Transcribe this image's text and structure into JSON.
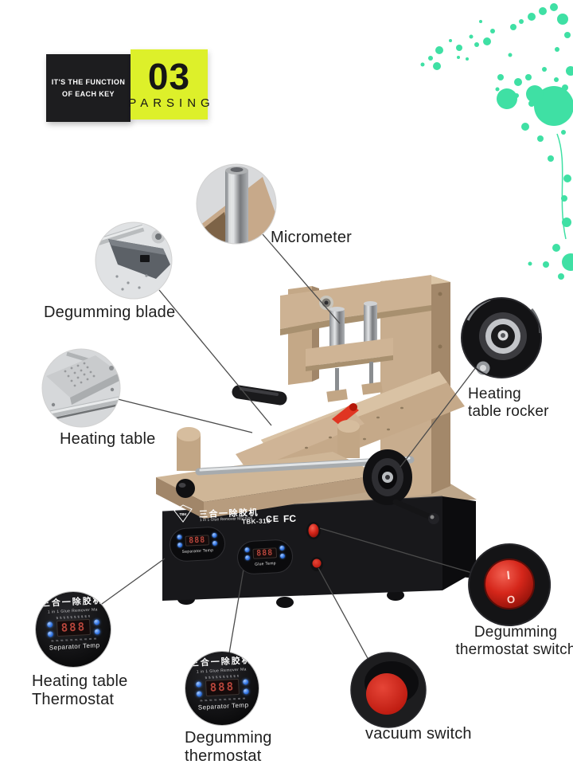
{
  "header": {
    "tagline_line1": "IT'S THE FUNCTION",
    "tagline_line2": "OF EACH KEY",
    "number": "03",
    "caption": "PARSING"
  },
  "labels": {
    "micrometer": "Micrometer",
    "degumming_blade": "Degumming blade",
    "heating_table": "Heating table",
    "rocker_line1": "Heating",
    "rocker_line2": "table rocker",
    "switch_line1": "Degumming",
    "switch_line2": "thermostat switch",
    "vacuum_switch": "vacuum switch",
    "deg_thermostat_line1": "Degumming",
    "deg_thermostat_line2": "thermostat",
    "heat_thermostat_line1": "Heating table",
    "heat_thermostat_line2": "Thermostat"
  },
  "machine_panel": {
    "brand": "TBK",
    "title_cn": "三合一除胶机",
    "subtitle": "1 in 1 Glue Remover Machine",
    "model": "TBK-318",
    "cert_ce": "CE",
    "cert_fcc": "FC",
    "left_display_label": "Separator Temp",
    "right_display_label": "Glue Temp",
    "display_value": "888"
  },
  "thermostat_detail": {
    "title_cn": "三合一除胶机",
    "subtitle": "1 in 1 Glue Remover Ma",
    "display_value": "888",
    "label": "Separator Temp"
  },
  "switch_detail": {
    "on_symbol": "I",
    "off_symbol": "O"
  },
  "colors": {
    "accent_yellow": "#ddf02a",
    "splatter_green": "#3fe0a4",
    "machine_gold": "#c8ad8e",
    "switch_red": "#d42322"
  }
}
